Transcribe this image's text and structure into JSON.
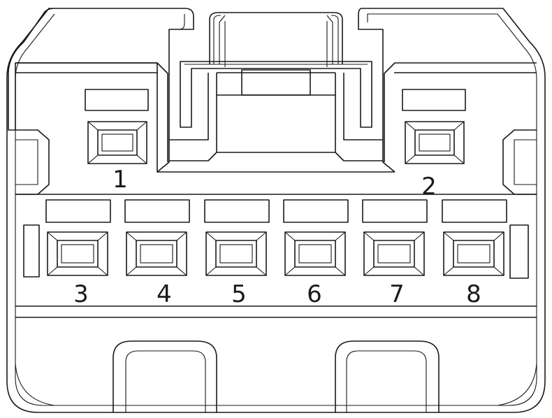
{
  "connector": {
    "pins": [
      {
        "label": "1"
      },
      {
        "label": "2"
      },
      {
        "label": "3"
      },
      {
        "label": "4"
      },
      {
        "label": "5"
      },
      {
        "label": "6"
      },
      {
        "label": "7"
      },
      {
        "label": "8"
      }
    ]
  },
  "colors": {
    "line": "#1a1a1a",
    "background": "#ffffff"
  }
}
